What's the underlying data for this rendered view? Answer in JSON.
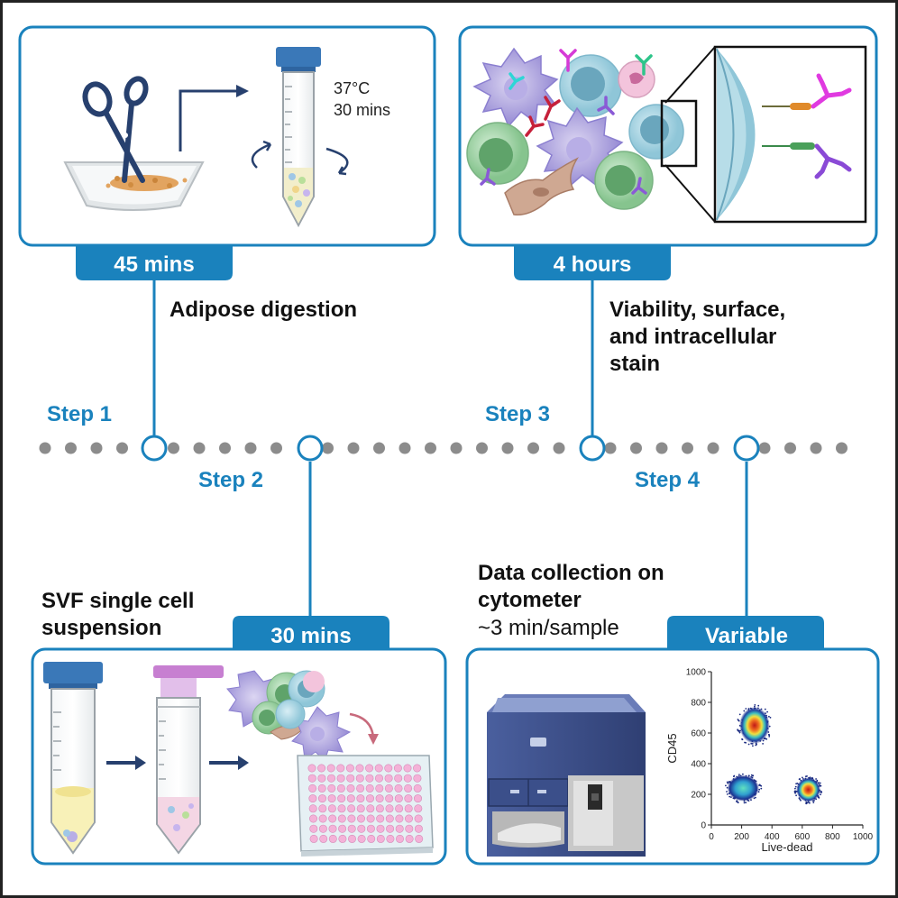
{
  "colors": {
    "accent": "#1a82bd",
    "step_text": "#1a82bd",
    "timeline_dot": "#8c8c8c",
    "frame": "#222222",
    "tube_cap": "#3a78b8",
    "arrow": "#27406e"
  },
  "steps": [
    {
      "label": "Step 1",
      "duration": "45 mins",
      "title": "Adipose digestion",
      "condition": [
        "37°C",
        "30 mins"
      ]
    },
    {
      "label": "Step 2",
      "duration": "30 mins",
      "title": [
        "SVF single cell",
        "suspension"
      ]
    },
    {
      "label": "Step 3",
      "duration": "4 hours",
      "title": [
        "Viability, surface,",
        "and intracellular",
        "stain"
      ]
    },
    {
      "label": "Step 4",
      "duration": "Variable",
      "title": [
        "Data collection on",
        "cytometer"
      ],
      "subtitle": "~3 min/sample"
    }
  ],
  "chart_data": {
    "type": "scatter",
    "xlabel": "Live-dead",
    "ylabel": "CD45",
    "xlim": [
      0,
      1000
    ],
    "ylim": [
      0,
      1000
    ],
    "xticks": [
      "0",
      "200",
      "400",
      "600",
      "800",
      "1000"
    ],
    "yticks": [
      "0",
      "200",
      "400",
      "600",
      "800",
      "1000"
    ],
    "populations": [
      {
        "cx": 285,
        "cy": 650,
        "rx": 100,
        "ry": 120
      },
      {
        "cx": 210,
        "cy": 240,
        "rx": 105,
        "ry": 85
      },
      {
        "cx": 640,
        "cy": 230,
        "rx": 80,
        "ry": 80
      }
    ]
  },
  "icons": [
    "scissors-icon",
    "tissue-dish-icon",
    "bent-arrow-icon",
    "conical-tube-icon",
    "rotation-arrows-icon",
    "immune-cells-icon",
    "antibody-icon",
    "magnified-membrane-icon",
    "filter-cap-tube-icon",
    "cell-cluster-icon",
    "well-plate-icon",
    "cytometer-icon"
  ]
}
